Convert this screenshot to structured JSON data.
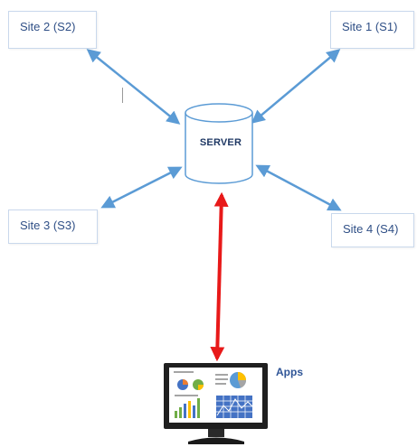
{
  "sites": {
    "s1": {
      "label": "Site 1 (S1)"
    },
    "s2": {
      "label": "Site 2 (S2)"
    },
    "s3": {
      "label": "Site 3 (S3)"
    },
    "s4": {
      "label": "Site 4 (S4)"
    }
  },
  "server": {
    "label": "SERVER"
  },
  "apps": {
    "label": "Apps",
    "icon": "monitor-with-charts-icon"
  },
  "colors": {
    "site_text": "#2f4f86",
    "site_border": "#c9d8ec",
    "arrow_blue": "#5b9bd5",
    "arrow_red": "#e81919",
    "server_text": "#1f3864",
    "apps_text": "#2f5597"
  }
}
